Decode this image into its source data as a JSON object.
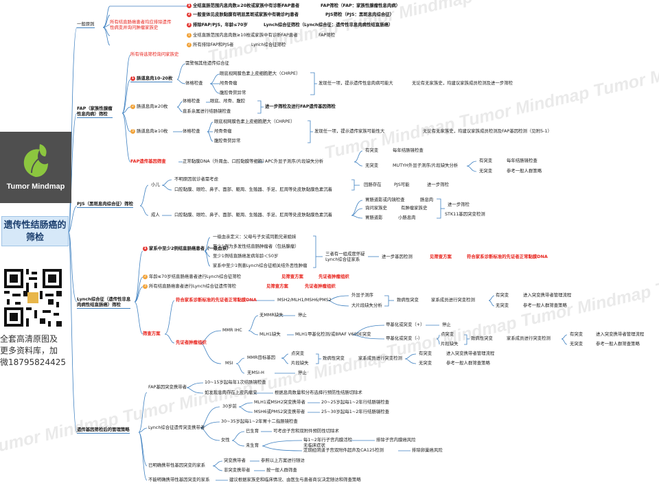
{
  "logo": {
    "text": "Tumor Mindmap"
  },
  "root": {
    "title": "遗传性结肠癌的筛检"
  },
  "promo": {
    "line1": "全套高清原图及",
    "line2": "更多资料库，加",
    "line3": "微18795824425"
  },
  "watermark": "Tumor Mindmap Tumor Mindmap Tumor Mindmap",
  "general": {
    "label": "一般原则",
    "note1": "所有结直肠癌患者均应排除遗传",
    "note2": "性病变并询问肿瘤家族史",
    "i1": "全结直肠范围内息肉数≥20枚或家族中有诊断FAP患者",
    "i1r": "FAP筛检（FAP：家族性腺瘤性息肉病）",
    "i2": "一般查体见皮肤黏膜有明显黑斑或家族中有确诊PJ患者",
    "i2r": "PJS筛检（PJS：黑斑息肉综合征）",
    "i3": "排除FAP/PJS，年龄≤70岁",
    "i3r": "Lynch综合征筛检（Lynch综合征：遗传性非息肉病性结直肠癌）",
    "i4": "全结直肠范围内息肉数≥10枚或家族中有诊断FAP患者",
    "i4r": "FAP筛检",
    "i5": "所有排除FAP和PJS者",
    "i5r": "Lynch综合征筛检"
  },
  "fap": {
    "label1": "FAP（家族性腺瘤",
    "label2": "性息肉病）筛检",
    "family": "所有待选筛检询问家族史",
    "c1": "肠道息肉10-20枚",
    "c1a": "需警惕其他遗传综合征",
    "c1b": "体格检查",
    "c1b1": "眼底视网膜色素上皮细胞肥大（CHRPE）",
    "c1b2": "颅骨骨瘤",
    "c1b3": "腹腔骨赘异常",
    "c1r1": "发现任一项，提示遗传性息肉病可能大",
    "c1r2": "无论有无家族史，均建议家族成员检测及进一步筛检",
    "c2": "肠道息肉≥20枚",
    "c2a": "体格检查",
    "c2a1": "眼底、颅骨、腹腔",
    "c2b": "直系亲属进行结肠镜检查",
    "c2r": "进一步筛检及进行FAP遗传基因筛检",
    "c3": "肠道息肉≥10枚",
    "c3a": "体格检查",
    "c3a1": "眼底视网膜色素上皮细胞肥大（CHRPE）",
    "c3a2": "颅骨骨瘤",
    "c3a3": "腹腔骨赘异常",
    "c3r1": "发现任一项，提示遗传家族可能性大",
    "c3r2": "无论有无家族史，均建议家族成员检测及FAP基因检测（见附5-1）",
    "gene": "FAP遗传基因筛查",
    "gene1": "正常黏膜DNA（外周血、口腔黏膜等细胞）",
    "gene2": "APC外显子测序/片段缺失分析",
    "g1": "有突变",
    "g1r": "每年结肠镜检查",
    "g2": "无突变",
    "g2r": "MUTYH外显子测序/片段缺失分析",
    "g3": "有突变",
    "g3r": "每年结肠镜检查",
    "g4": "无突变",
    "g4r": "参考一般人群策略"
  },
  "pjs": {
    "label": "PJS（黑斑息肉综合征）筛检",
    "child": "小儿",
    "adult": "成人",
    "c1": "不明原因就诊者需考虑",
    "c2": "口腔黏膜、眼睑、鼻子、面部、躯周、生殖器、手足、肛周等处皮肤黏膜色素沉着",
    "c3": "口腔黏膜、眼睑、鼻子、面部、躯周、生殖器、手足、肛周等处皮肤黏膜色素沉着",
    "cr1": "回肠存在",
    "cr2": "PJS可能",
    "cr3": "进一步筛检",
    "a1": "胃肠道影或内镜检查",
    "a1r": "肠息肉",
    "a2": "询问家族史",
    "a2r": "有肿瘤家族史",
    "a3": "胃肠道影",
    "a3r": "小肠息肉",
    "ar1": "进一步筛检",
    "ar2": "STK11基因突变检测"
  },
  "lynch": {
    "label1": "Lynch综合征（遗传性非息",
    "label2": "肉病性结直肠癌）筛检",
    "fh": "家系中至少2例结直肠癌患者（一级血亲）",
    "fh1": "一级血亲定义：父母与子女或同胞兄弟姐妹",
    "fh2": "至少1例为多发性结直肠肿瘤者（包括腺瘤）",
    "fh3": "至少1例结直肠癌发病年龄＜50岁",
    "fh4": "家系中至少1例患Lynch综合征相关结外恶性肿瘤",
    "fhm1": "三者有一组成度怀疑",
    "fhm2": "Lynch综合征家系",
    "fhr1": "进一步基因检测",
    "fhr2": "见筛查方案",
    "fhr3": "符合家系诊断标准的先证者正常黏膜DNA",
    "age": "年龄≤70岁结直肠癌患者进行Lynch综合征筛检",
    "ager1": "见筛查方案",
    "ager2": "先证者肿瘤组织",
    "all": "所有结直肠癌患者进行Lynch综合征遗传筛检",
    "allr1": "见筛查方案",
    "allr2": "先证者肿瘤组织",
    "plan": "筛查方案",
    "p1": "符合家系诊断标准的先证者正常黏膜DNA",
    "p1a": "MSH2/MLH1/MSH6/PMS2",
    "p1b": "外显子测序",
    "p1c": "大片段缺失分析",
    "p1d": "致病性突变",
    "p1e": "家系成员进行突变检测",
    "p1f": "有突变",
    "p1fr": "进入突变携带者管理流程",
    "p1g": "无突变",
    "p1gr": "参考一般人群筛查策略",
    "tumor": "先证者肿瘤组织",
    "ihc": "MMR IHC",
    "ihc1": "无MMR缺失",
    "ihc1r": "停止",
    "ihc2": "MLH1缺失",
    "ihc2a": "MLH1甲基化检测/或BRAF V600E突变",
    "ihc2b": "甲基化或突变（+）",
    "ihc2br": "停止",
    "ihc2c": "甲基化或突变（-）",
    "ihc2d": "点突变",
    "ihc2e": "片段缺失",
    "ihc2f": "致病性突变",
    "ihc2g": "家系成员进行突变检测",
    "ihc2h": "有突变",
    "ihc2hr": "进入突变携带者管理流程",
    "ihc2i": "无突变",
    "ihc2ir": "参考一般人群筛查策略",
    "msi": "MSI",
    "msi1": "MMR目标基因",
    "msi1a": "点突变",
    "msi1b": "片段缺失",
    "msi1c": "致病性突变",
    "msi1d": "家系成员进行突变检测",
    "msi1e": "有突变",
    "msi1er": "进入突变携带者管理流程",
    "msi1f": "无突变",
    "msi1fr": "参考一般人群筛查策略",
    "msi2": "无MSI-H",
    "msi2r": "停止"
  },
  "mgmt": {
    "label": "遗传基因筛检后的管理策略",
    "fap": "FAP基因突变携带者",
    "fap1": "10~15岁起每年1次结肠镜检查",
    "fap2": "如发现息肉存在上皮内瘤变",
    "fap2r": "根据息肉数量和分布选择行预防性结肠切除术",
    "lyn": "Lynch综合征遗传突变携带者",
    "a30": "30岁前",
    "a30a": "MLH1或MSH2突变携带者",
    "a30ar": "20~25岁起每1~2年行结肠镜检查",
    "a30b": "MSH6或PMS2突变携带者",
    "a30br": "25~30岁起每1~2年行结肠镜检查",
    "a35": "30~35岁起每1~2年胃十二指肠镜检查",
    "fem": "女性",
    "fem1": "已生育",
    "fem1r": "可考虑子宫和双附件预防性切除术",
    "fem2": "未生育",
    "fem2a": "每1~2年行子宫内膜活检",
    "fem2ar": "排除子宫内膜癌风险",
    "fem2b": "无临床症状",
    "fem2c": "定期经阴道子宫双附件超声及CA125检测",
    "fem2cr": "排除卵巢癌风险",
    "known": "已明确携带性基因突变的家系",
    "k1": "突变携带者",
    "k1r": "参照以上方案进行随访",
    "k2": "非突变携带者",
    "k2r": "按一般人群筛查",
    "unknown": "不能明确携带性基因突变的家系",
    "u1": "建议根据家族史和临床情况、由医生与患者商议决定随访和筛查策略"
  }
}
